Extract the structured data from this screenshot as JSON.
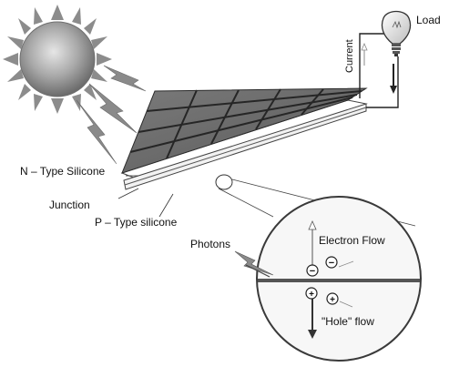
{
  "labels": {
    "load": "Load",
    "current": "Current",
    "n_type": "N – Type Silicone",
    "junction": "Junction",
    "p_type": "P – Type silicone",
    "photons": "Photons",
    "electron_flow": "Electron Flow",
    "hole_flow": "\"Hole\" flow"
  },
  "symbols": {
    "electron": "−",
    "hole": "+"
  },
  "colors": {
    "panel_cell": "#6e6e6e",
    "panel_grid": "#262626",
    "sun_core": "#9a9a9a",
    "junction_line": "#555555"
  }
}
